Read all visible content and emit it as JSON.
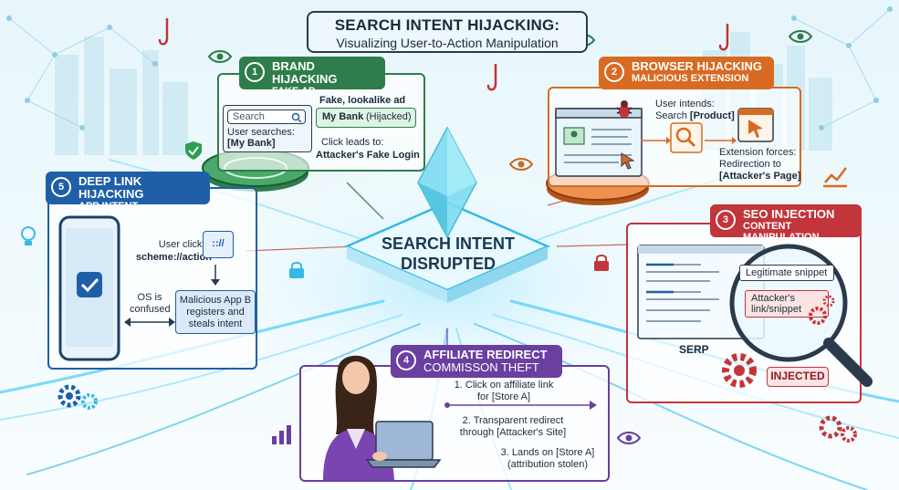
{
  "title": {
    "main": "SEARCH INTENT HIJACKING:",
    "sub": "Visualizing User-to-Action Manipulation"
  },
  "center": {
    "line1": "SEARCH INTENT",
    "line2": "DISRUPTED"
  },
  "panels": {
    "brand": {
      "number": "1",
      "title1": "BRAND HIJACKING",
      "title2": "FAKE AD",
      "search_placeholder": "Search",
      "user_searches": "User searches:",
      "user_query": "[My Bank]",
      "fake_ad_heading": "Fake, lookalike ad",
      "ad_name": "My Bank",
      "ad_tag": "(Hijacked)",
      "click_leads": "Click leads to:",
      "destination": "Attacker's Fake Login"
    },
    "browser": {
      "number": "2",
      "title1": "BROWSER HIJACKING",
      "title2": "MALICIOUS EXTENSION",
      "intends": "User intends:",
      "search_for": "Search",
      "product": "[Product]",
      "forces1": "Extension forces:",
      "forces2": "Redirection to",
      "forces3": "[Attacker's Page]"
    },
    "seo": {
      "number": "3",
      "title1": "SEO INJECTION",
      "title2": "CONTENT MANIPULATION",
      "legit": "Legitimate snippet",
      "attacker1": "Attacker's",
      "attacker2": "link/snippet",
      "serp": "SERP",
      "injected": "INJECTED"
    },
    "affiliate": {
      "number": "4",
      "title1": "AFFILIATE REDIRECT",
      "title2": "COMMISSON THEFT",
      "step1a": "1. Click on affiliate link",
      "step1b": "for [Store A]",
      "step2a": "2. Transparent redirect",
      "step2b": "through [Attacker's Site]",
      "step3a": "3. Lands on [Store A]",
      "step3b": "(attribution stolen)"
    },
    "deeplink": {
      "number": "5",
      "title1": "DEEP LINK HIJACKING",
      "title2": "APP INTENT INTERCEPTION",
      "user_clicks": "User clicks:",
      "scheme": "scheme://action",
      "scheme_icon": ":://",
      "os1": "OS is",
      "os2": "confused",
      "mal1": "Malicious App B",
      "mal2": "registers and",
      "mal3": "steals intent"
    }
  },
  "colors": {
    "green": "#2e7d4a",
    "orange": "#d86a22",
    "red": "#c2353a",
    "purple": "#6a3fa0",
    "blue": "#1f5fa8",
    "dark": "#1b2a3a",
    "cyan": "#37b9e6"
  },
  "icons": [
    "fishhook-icon",
    "eye-icon",
    "shield-check-icon",
    "lock-icon",
    "gear-icon",
    "bug-icon",
    "magnifier-icon",
    "cursor-icon",
    "lightbulb-icon",
    "chart-icon",
    "checkmark-icon",
    "laptop-icon",
    "person-icon"
  ]
}
